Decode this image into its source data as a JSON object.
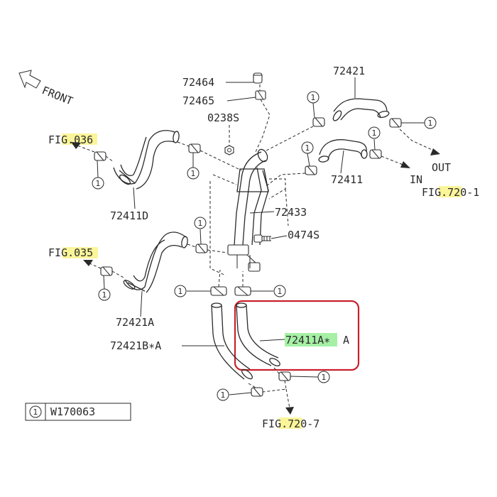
{
  "labels": {
    "front": "FRONT",
    "p72464": "72464",
    "p72465": "72465",
    "p0238s": "0238S",
    "p72421": "72421",
    "p72411": "72411",
    "p72411d": "72411D",
    "p72433": "72433",
    "p0474s": "0474S",
    "p72421a": "72421A",
    "p72421b": "72421B∗A",
    "p72411a_hl": "72411A∗",
    "p72411a_tail": "A",
    "out": "OUT",
    "in": "IN"
  },
  "figure_refs": {
    "fig036": {
      "prefix": "FI",
      "highlight": "G.036",
      "suffix": ""
    },
    "fig035": {
      "prefix": "FI",
      "highlight": "G.035",
      "suffix": ""
    },
    "fig720_1": {
      "prefix": "FI",
      "highlight": "G.72",
      "suffix": "0-1"
    },
    "fig720_7": {
      "prefix": "FI",
      "highlight": "G.72",
      "suffix": "0-7"
    }
  },
  "callout_number": "1",
  "legend": {
    "number": "1",
    "part": "W170063"
  },
  "colors": {
    "line": "#2a2a2a",
    "highlight_yellow": "#fbf59a",
    "highlight_green": "#a6f0a6",
    "selection_box": "#c8212b"
  }
}
